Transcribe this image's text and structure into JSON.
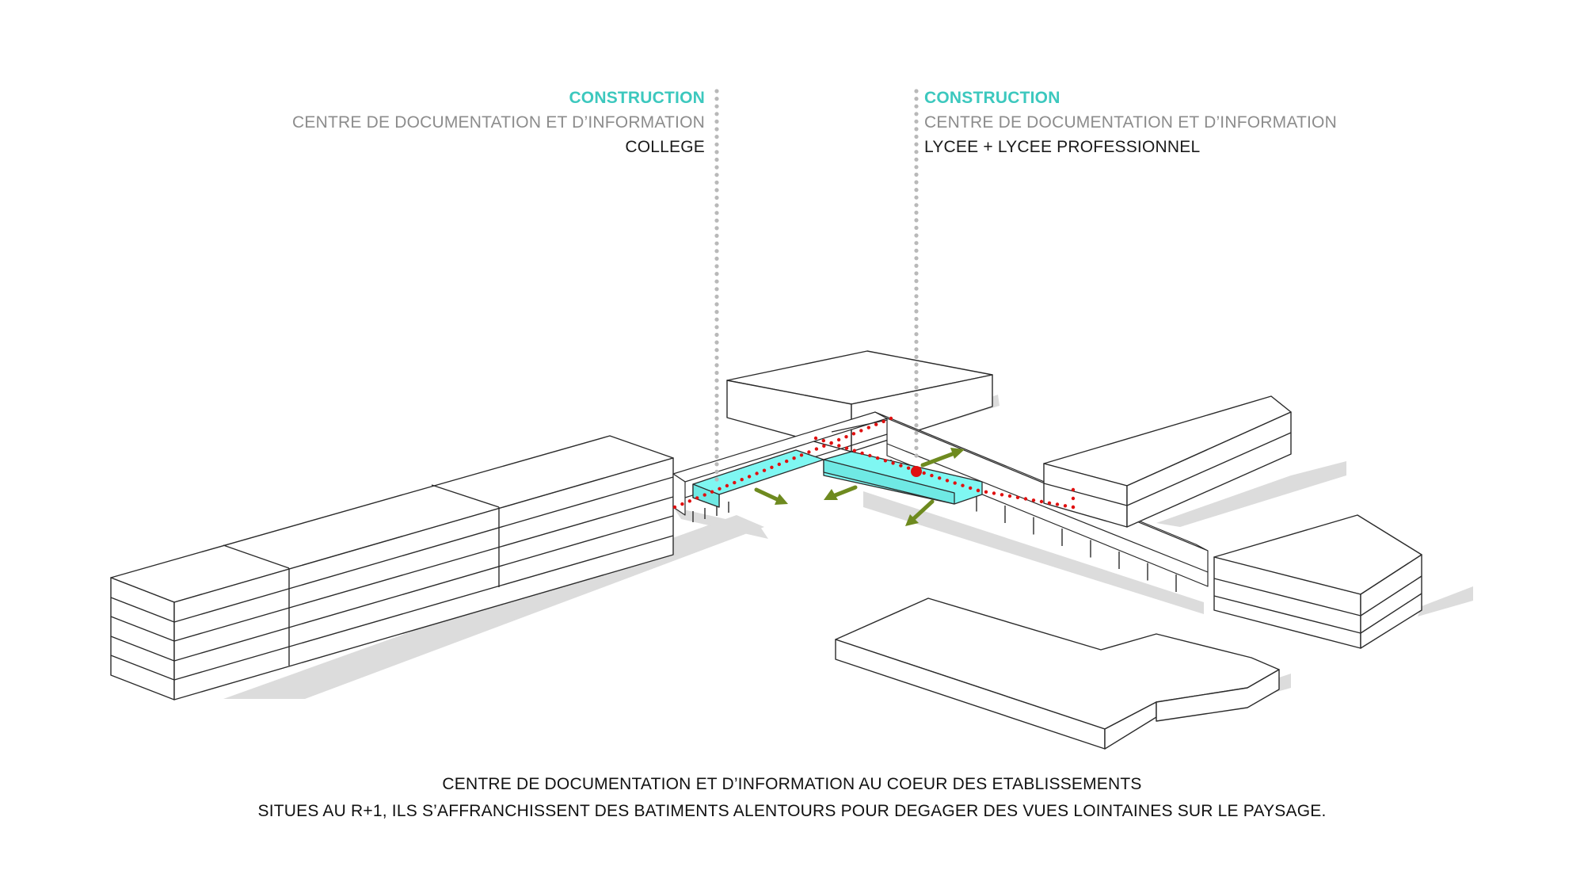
{
  "colors": {
    "accent": "#3cc8be",
    "new_volume": "#7ff7f2",
    "arrow": "#6e8a1f",
    "path": "#e01010",
    "leader": "#b9b9b9",
    "shadow": "#d9d9d9",
    "building_fill": "#ffffff",
    "building_stroke": "#2b2b2b"
  },
  "labels": {
    "left": {
      "kind": "CONSTRUCTION",
      "facility": "CENTRE DE DOCUMENTATION ET D’INFORMATION",
      "school": "COLLEGE"
    },
    "right": {
      "kind": "CONSTRUCTION",
      "facility": "CENTRE DE DOCUMENTATION ET D’INFORMATION",
      "school": "LYCEE + LYCEE PROFESSIONNEL"
    }
  },
  "caption": {
    "line1": "CENTRE DE DOCUMENTATION ET D’INFORMATION AU COEUR DES ETABLISSEMENTS",
    "line2": "SITUES AU R+1, ILS S’AFFRANCHISSENT DES BATIMENTS ALENTOURS POUR DEGAGER DES VUES LOINTAINES SUR LE PAYSAGE."
  },
  "icons": {
    "view_arrow": "arrow-icon",
    "focus_point": "dot-icon"
  }
}
